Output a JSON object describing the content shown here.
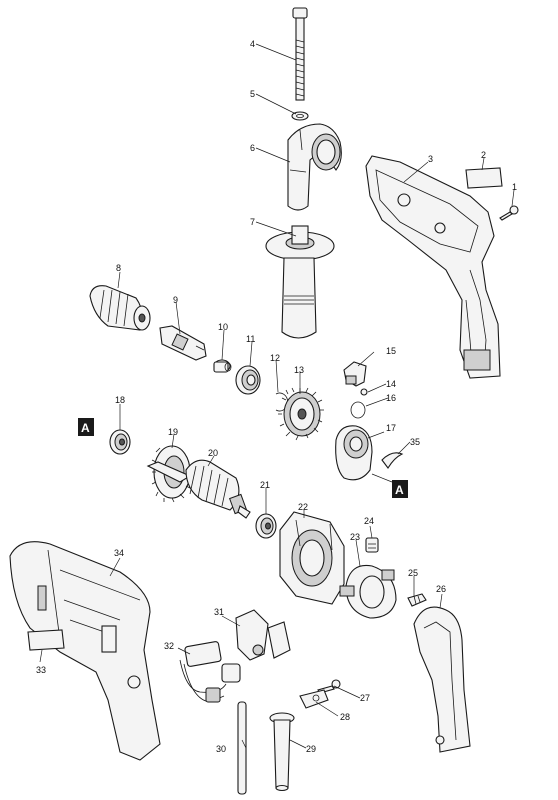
{
  "callouts": [
    "1",
    "2",
    "3",
    "4",
    "5",
    "6",
    "7",
    "8",
    "9",
    "10",
    "11",
    "12",
    "13",
    "14",
    "15",
    "16",
    "17",
    "18",
    "19",
    "20",
    "21",
    "22",
    "23",
    "24",
    "25",
    "26",
    "27",
    "28",
    "29",
    "30",
    "31",
    "32",
    "33",
    "34",
    "35"
  ],
  "markers": {
    "top": "A",
    "bottom": "A"
  }
}
